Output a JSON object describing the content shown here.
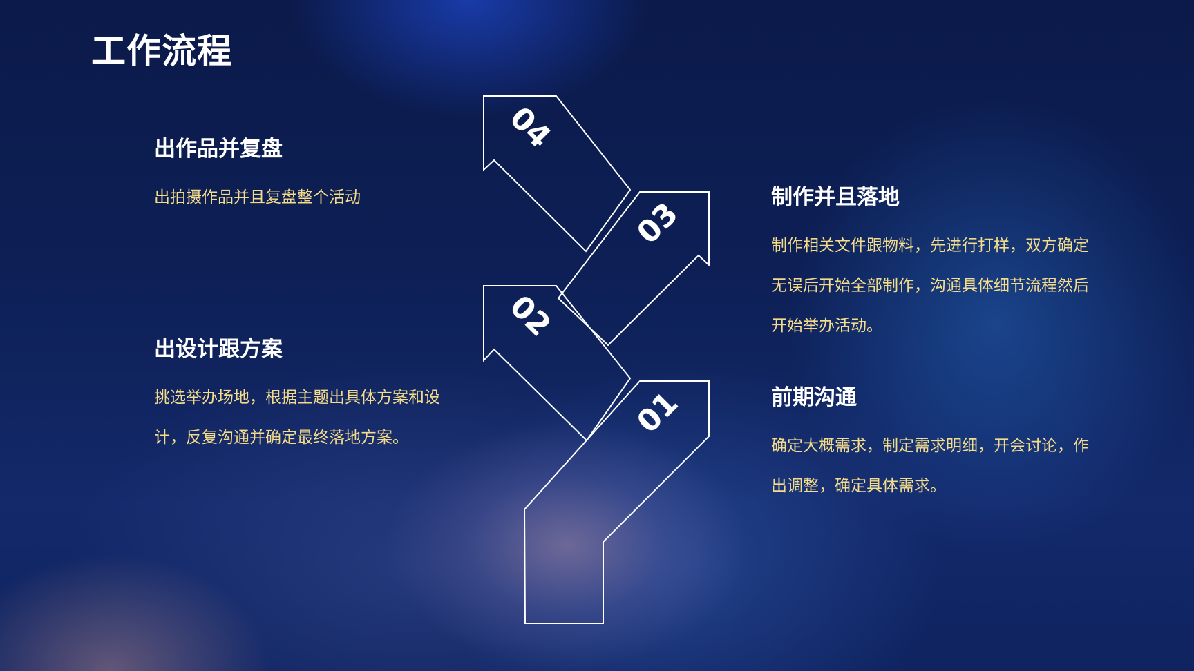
{
  "page": {
    "title": "工作流程"
  },
  "steps": [
    {
      "number": "01",
      "heading": "前期沟通",
      "description": "确定大概需求，制定需求明细，开会讨论，作出调整，确定具体需求。"
    },
    {
      "number": "02",
      "heading": "出设计跟方案",
      "description": "挑选举办场地，根据主题出具体方案和设计，反复沟通并确定最终落地方案。"
    },
    {
      "number": "03",
      "heading": "制作并且落地",
      "description": "制作相关文件跟物料，先进行打样，双方确定无误后开始全部制作，沟通具体细节流程然后开始举办活动。"
    },
    {
      "number": "04",
      "heading": "出作品并复盘",
      "description": "出拍摄作品并且复盘整个活动"
    }
  ],
  "colors": {
    "heading": "#ffffff",
    "description": "#f4dc8a",
    "background": "#0d1f55"
  }
}
